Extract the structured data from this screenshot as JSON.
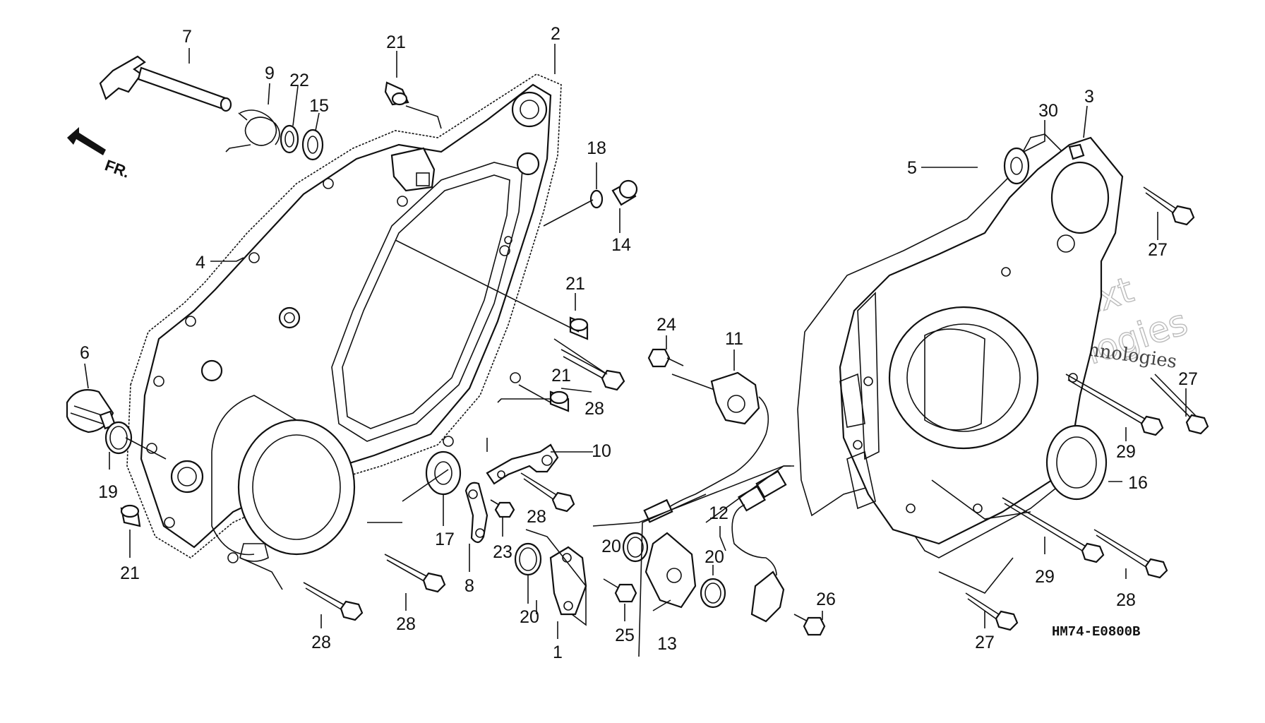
{
  "direction_label": "FR.",
  "diagram_code": "HM74-E0800B",
  "watermark": {
    "brand": "vNext",
    "line1": "vNext Technologies",
    "line2": "Technologies"
  },
  "callouts": [
    {
      "id": "c7",
      "text": "7"
    },
    {
      "id": "c9",
      "text": "9"
    },
    {
      "id": "c22",
      "text": "22"
    },
    {
      "id": "c15",
      "text": "15"
    },
    {
      "id": "c21a",
      "text": "21"
    },
    {
      "id": "c2",
      "text": "2"
    },
    {
      "id": "c18",
      "text": "18"
    },
    {
      "id": "c14",
      "text": "14"
    },
    {
      "id": "c4",
      "text": "4"
    },
    {
      "id": "c21b",
      "text": "21"
    },
    {
      "id": "c6",
      "text": "6"
    },
    {
      "id": "c21c",
      "text": "21"
    },
    {
      "id": "c28a",
      "text": "28"
    },
    {
      "id": "c19",
      "text": "19"
    },
    {
      "id": "c10",
      "text": "10"
    },
    {
      "id": "c21d",
      "text": "21"
    },
    {
      "id": "c17",
      "text": "17"
    },
    {
      "id": "c28b",
      "text": "28"
    },
    {
      "id": "c23",
      "text": "23"
    },
    {
      "id": "c8",
      "text": "8"
    },
    {
      "id": "c20a",
      "text": "20"
    },
    {
      "id": "c20b",
      "text": "20"
    },
    {
      "id": "c25",
      "text": "25"
    },
    {
      "id": "c1",
      "text": "1"
    },
    {
      "id": "c28c",
      "text": "28"
    },
    {
      "id": "c28d",
      "text": "28"
    },
    {
      "id": "c13",
      "text": "13"
    },
    {
      "id": "c24",
      "text": "24"
    },
    {
      "id": "c11",
      "text": "11"
    },
    {
      "id": "c12",
      "text": "12"
    },
    {
      "id": "c20c",
      "text": "20"
    },
    {
      "id": "c26",
      "text": "26"
    },
    {
      "id": "c5",
      "text": "5"
    },
    {
      "id": "c30",
      "text": "30"
    },
    {
      "id": "c3",
      "text": "3"
    },
    {
      "id": "c27a",
      "text": "27"
    },
    {
      "id": "c27b",
      "text": "27"
    },
    {
      "id": "c29a",
      "text": "29"
    },
    {
      "id": "c16",
      "text": "16"
    },
    {
      "id": "c29b",
      "text": "29"
    },
    {
      "id": "c28e",
      "text": "28"
    },
    {
      "id": "c27c",
      "text": "27"
    }
  ]
}
